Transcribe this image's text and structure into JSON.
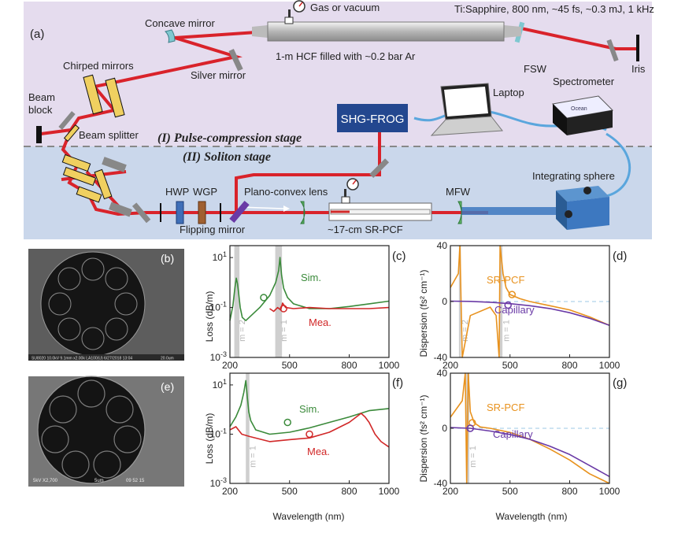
{
  "setup": {
    "panel_label": "(a)",
    "laser": "Ti:Sapphire, 800 nm, ~45 fs, ~0.3 mJ, 1 kHz",
    "iris": "Iris",
    "gas": "Gas or vacuum",
    "concave_mirror": "Concave mirror",
    "chirped_mirrors": "Chirped mirrors",
    "silver_mirror": "Silver mirror",
    "hcf": "1-m HCF filled with ~0.2 bar Ar",
    "fsw": "FSW",
    "laptop": "Laptop",
    "spectrometer": "Spectrometer",
    "spectrometer_logo": "Ocean",
    "beam_block": "Beam block",
    "beam_splitter": "Beam splitter",
    "frog": "SHG-FROG",
    "stage1": "(I) Pulse-compression stage",
    "stage2": "(II) Soliton stage",
    "hwp": "HWP",
    "wgp": "WGP",
    "lens": "Plano-convex lens",
    "flipping_mirror": "Flipping mirror",
    "srpcf": "~17-cm SR-PCF",
    "mfw": "MFW",
    "sphere": "Integrating sphere",
    "colors": {
      "top_bg": "#e5dcee",
      "bottom_bg": "#cad7eb",
      "beam_red": "#d9232b",
      "fiber_blue": "#3d78c0",
      "frog_box": "#23478f"
    }
  },
  "micrographs": {
    "b": {
      "label": "(b)",
      "caption": "SU8020 10.0kV 9.1mm x2.00k LA100(U) 6/27/2018 13:04",
      "scale": "20.0um"
    },
    "e": {
      "label": "(e)",
      "caption": "5kV X2,700",
      "scale": "5um",
      "extra": "09 52 15"
    }
  },
  "chart_data": [
    {
      "panel": "(c)",
      "type": "line",
      "xlabel": "",
      "ylabel": "Loss (dB/m)",
      "xlim": [
        200,
        1000
      ],
      "ylim": [
        0.001,
        30
      ],
      "yscale": "log",
      "xticks": [
        200,
        500,
        800,
        1000
      ],
      "yticks": [
        "10^1",
        "10^-1",
        "10^-3"
      ],
      "bands": [
        [
          222,
          248
        ],
        [
          428,
          462
        ]
      ],
      "band_labels": [
        "m = 2",
        "m = 1"
      ],
      "series": [
        {
          "name": "Sim.",
          "color": "#3a8a3a",
          "x": [
            200,
            215,
            225,
            232,
            238,
            245,
            252,
            262,
            280,
            310,
            350,
            400,
            430,
            445,
            452,
            460,
            470,
            490,
            520,
            600,
            700,
            800,
            900,
            1000
          ],
          "y": [
            0.03,
            0.12,
            0.6,
            1.5,
            0.9,
            0.3,
            0.1,
            0.04,
            0.03,
            0.05,
            0.1,
            0.3,
            1,
            3,
            10,
            2,
            0.6,
            0.25,
            0.14,
            0.09,
            0.09,
            0.11,
            0.14,
            0.18
          ]
        },
        {
          "name": "Mea.",
          "color": "#d12828",
          "x": [
            400,
            420,
            440,
            455,
            465,
            480,
            520,
            600,
            700,
            800,
            900,
            1000
          ],
          "y": [
            0.09,
            0.07,
            0.1,
            0.08,
            0.15,
            0.1,
            0.09,
            0.1,
            0.09,
            0.09,
            0.09,
            0.1
          ]
        }
      ]
    },
    {
      "panel": "(d)",
      "type": "line",
      "xlabel": "",
      "ylabel": "Dispersion (fs² cm⁻¹)",
      "xlim": [
        200,
        1000
      ],
      "ylim": [
        -40,
        40
      ],
      "xticks": [
        200,
        500,
        800,
        1000
      ],
      "yticks": [
        40,
        0,
        -40
      ],
      "bands": [
        [
          243,
          253
        ],
        [
          448,
          462
        ]
      ],
      "band_labels": [
        "m = 2",
        "m = 1"
      ],
      "series": [
        {
          "name": "SR-PCF",
          "color": "#e8921e",
          "x": [
            200,
            240,
            248,
            260,
            300,
            400,
            430,
            445,
            450,
            465,
            480,
            500,
            550,
            600,
            700,
            800,
            900,
            1000
          ],
          "y": [
            10,
            20,
            40,
            -40,
            -10,
            -4,
            -10,
            -40,
            40,
            20,
            10,
            5,
            2,
            0,
            -3,
            -6,
            -11,
            -17
          ]
        },
        {
          "name": "Capillary",
          "color": "#6a3aa6",
          "x": [
            200,
            300,
            400,
            500,
            600,
            700,
            800,
            900,
            1000
          ],
          "y": [
            0.3,
            0.1,
            -0.5,
            -1.5,
            -3,
            -5,
            -8,
            -12,
            -17
          ]
        }
      ]
    },
    {
      "panel": "(f)",
      "type": "line",
      "xlabel": "Wavelength (nm)",
      "ylabel": "Loss (dB/m)",
      "xlim": [
        200,
        1000
      ],
      "ylim": [
        0.001,
        30
      ],
      "yscale": "log",
      "xticks": [
        200,
        500,
        800,
        1000
      ],
      "yticks": [
        "10^1",
        "10^-1",
        "10^-3"
      ],
      "bands": [
        [
          280,
          298
        ]
      ],
      "band_labels": [
        "m = 1"
      ],
      "series": [
        {
          "name": "Sim.",
          "color": "#3a8a3a",
          "x": [
            200,
            230,
            255,
            270,
            280,
            288,
            295,
            305,
            330,
            400,
            500,
            600,
            700,
            800,
            900,
            1000
          ],
          "y": [
            0.2,
            0.5,
            1.5,
            5,
            15,
            3,
            0.8,
            0.35,
            0.15,
            0.1,
            0.12,
            0.18,
            0.3,
            0.5,
            0.9,
            1.1
          ]
        },
        {
          "name": "Mea.",
          "color": "#d12828",
          "x": [
            200,
            230,
            260,
            300,
            400,
            500,
            600,
            700,
            800,
            860,
            880,
            900,
            930,
            960,
            1000
          ],
          "y": [
            0.15,
            0.2,
            0.1,
            0.08,
            0.05,
            0.06,
            0.07,
            0.12,
            0.3,
            0.7,
            0.5,
            0.3,
            0.1,
            0.05,
            0.03
          ]
        }
      ]
    },
    {
      "panel": "(g)",
      "type": "line",
      "xlabel": "Wavelength (nm)",
      "ylabel": "Dispersion (fs² cm⁻¹)",
      "xlim": [
        200,
        1000
      ],
      "ylim": [
        -40,
        40
      ],
      "xticks": [
        200,
        500,
        800,
        1000
      ],
      "yticks": [
        40,
        0,
        -40
      ],
      "bands": [
        [
          280,
          295
        ]
      ],
      "band_labels": [
        "m = 1"
      ],
      "series": [
        {
          "name": "SR-PCF",
          "color": "#e8921e",
          "x": [
            200,
            260,
            275,
            282,
            290,
            300,
            320,
            350,
            400,
            500,
            600,
            700,
            800,
            900,
            1000
          ],
          "y": [
            8,
            20,
            40,
            -40,
            40,
            12,
            4,
            1,
            0,
            -3,
            -8,
            -15,
            -23,
            -33,
            -42
          ]
        },
        {
          "name": "Capillary",
          "color": "#6a3aa6",
          "x": [
            200,
            300,
            400,
            500,
            600,
            700,
            800,
            900,
            1000
          ],
          "y": [
            0.5,
            0,
            -2,
            -4.5,
            -8,
            -13,
            -19,
            -27,
            -35
          ]
        }
      ]
    }
  ]
}
